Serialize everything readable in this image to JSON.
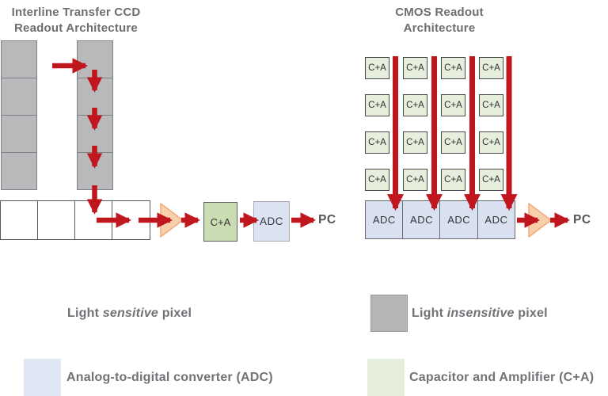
{
  "left_panel": {
    "title": {
      "line1": "Interline Transfer CCD",
      "line2": "Readout Architecture"
    },
    "ca_label": "C+A",
    "adc_label": "ADC",
    "pc_label": "PC"
  },
  "right_panel": {
    "title": {
      "line1": "CMOS Readout",
      "line2": "Architecture"
    },
    "ca_label": "C+A",
    "adc_label": "ADC",
    "pc_label": "PC"
  },
  "legend": {
    "items": [
      {
        "pre": "Light ",
        "italic": "sensitive",
        "post": " pixel",
        "swatch": "white"
      },
      {
        "pre": "Analog-to-digital converter (ADC)",
        "italic": "",
        "post": "",
        "swatch": "blue"
      },
      {
        "pre": "Light ",
        "italic": "insensitive",
        "post": " pixel",
        "swatch": "gray"
      },
      {
        "pre": "Capacitor and Amplifier (C+A)",
        "italic": "",
        "post": "",
        "swatch": "green"
      }
    ]
  },
  "colors": {
    "arrow_red": "#c0161d",
    "pixel_gray": "#b9b8bb",
    "pixel_white": "#ffffff",
    "adc_blue": "#dbe2f1",
    "ca_green_grid": "#e6efdc",
    "ca_green_chain": "#c9dcb2",
    "amplifier_peach": "#f8cfab",
    "text_gray": "#6d6e70"
  }
}
